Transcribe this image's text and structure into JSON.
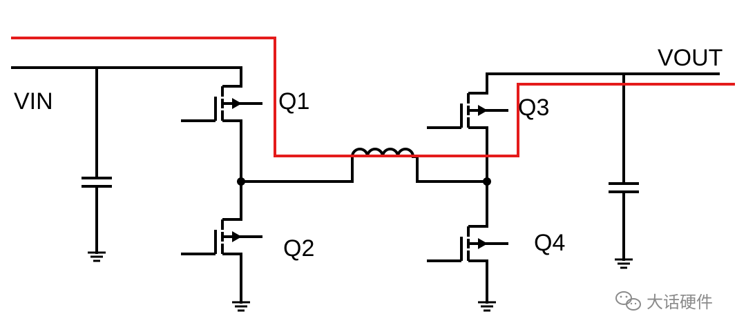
{
  "labels": {
    "vin": "VIN",
    "vout": "VOUT",
    "q1": "Q1",
    "q2": "Q2",
    "q3": "Q3",
    "q4": "Q4"
  },
  "watermark": {
    "text": "大话硬件",
    "icon": "wechat-icon"
  },
  "colors": {
    "wire": "#000000",
    "current_path": "#e41b1b",
    "watermark": "#8a8a8a"
  }
}
